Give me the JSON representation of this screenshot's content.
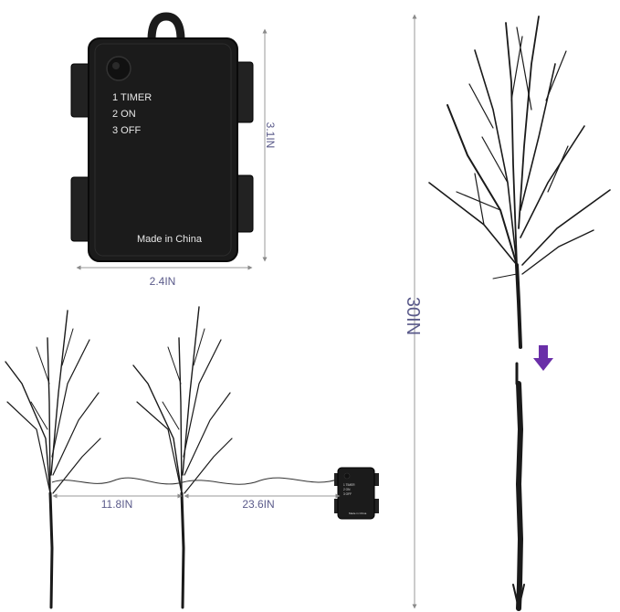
{
  "battery_box": {
    "modes": [
      "1 TIMER",
      "2 ON",
      "3 OFF"
    ],
    "maker": "Made in China",
    "height_label": "3.1IN",
    "width_label": "2.4IN"
  },
  "small_box": {
    "modes": [
      "1 TIMER",
      "2 ON",
      "3 OFF"
    ],
    "maker": "Made in China"
  },
  "string_set": {
    "spacing_label": "11.8IN",
    "lead_label": "23.6IN"
  },
  "tall_branch": {
    "height_label": "30IN"
  },
  "colors": {
    "accent": "#6a2fa8",
    "box": "#1b1b1b",
    "box_edge": "#0a0a0a",
    "dim_line": "#9a9a9a",
    "dim_text": "#5a5a8a",
    "branch": "#1a1a1a"
  }
}
